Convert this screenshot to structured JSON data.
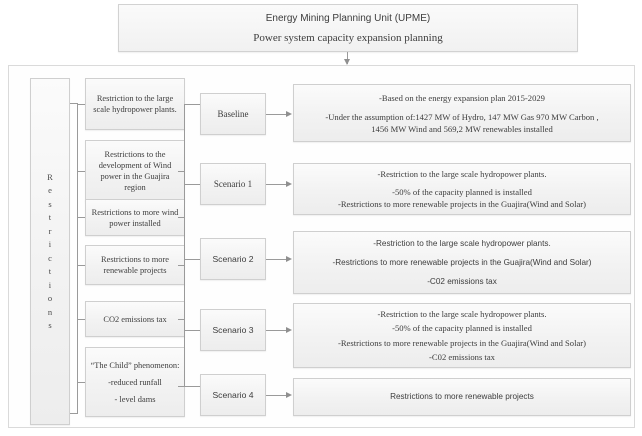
{
  "header": {
    "org": "Energy Mining Planning Unit (UPME)",
    "subtitle": "Power system capacity expansion planning"
  },
  "restrictions_column": {
    "vertical_label": "Restrictions",
    "letters": [
      "R",
      "e",
      "s",
      "t",
      "r",
      "i",
      "c",
      "t",
      "i",
      "o",
      "n",
      "s"
    ],
    "items": [
      {
        "id": "r1",
        "text": "Restriction to the large scale hydropower plants."
      },
      {
        "id": "r2",
        "text": "Restrictions to the development of Wind power in the Guajira region"
      },
      {
        "id": "r3",
        "text": "Restrictions to more wind power installed"
      },
      {
        "id": "r4",
        "text": "Restrictions to more renewable projects"
      },
      {
        "id": "r5",
        "text": "CO2 emissions tax"
      },
      {
        "id": "r6",
        "line1": "“The Child” phenomenon:",
        "line2": "-reduced runfall",
        "line3": "- level dams"
      }
    ]
  },
  "scenarios": [
    {
      "id": "s0",
      "label": "Baseline"
    },
    {
      "id": "s1",
      "label": "Scenario 1"
    },
    {
      "id": "s2",
      "label": "Scenario 2"
    },
    {
      "id": "s3",
      "label": "Scenario 3"
    },
    {
      "id": "s4",
      "label": "Scenario 4"
    }
  ],
  "descriptions": {
    "baseline": {
      "line1": "-Based on the energy expansion plan 2015-2029",
      "line2": "-Under the assumption of:1427 MW of Hydro, 147 MW Gas  970 MW  Carbon  ,",
      "line3": "1456 MW Wind and 569,2 MW renewables installed"
    },
    "scenario1": {
      "line1": "-Restriction to the large scale hydropower plants.",
      "line2": "-50% of the capacity planned is installed",
      "line3": "-Restrictions to more renewable projects in the Guajira(Wind and Solar)"
    },
    "scenario2": {
      "line1": "-Restriction to the large scale hydropower plants.",
      "line2": "-Restrictions to more renewable projects in the Guajira(Wind and Solar)",
      "line3": "-C02 emissions tax"
    },
    "scenario3": {
      "line1": "-Restriction to the large scale hydropower plants.",
      "line2": "-50% of the capacity planned is installed",
      "line3": "-Restrictions to more renewable projects in the Guajira(Wind and Solar)",
      "line4": "-C02 emissions tax"
    },
    "scenario4": {
      "line1": "Restrictions to more renewable projects"
    }
  },
  "colors": {
    "box_border": "#cfcfcf",
    "box_fill": "#f2f2f2",
    "connector": "#9a9a9a",
    "frame_border": "#dadada",
    "text": "#3d3d3d"
  }
}
